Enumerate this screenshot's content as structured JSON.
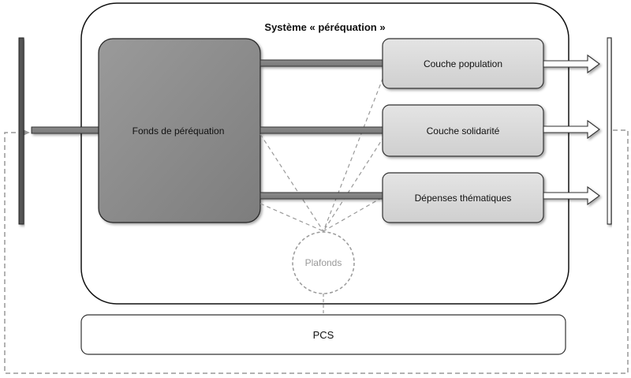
{
  "diagram": {
    "system_title": "Système « péréquation »",
    "fund_label": "Fonds de péréquation",
    "layers": [
      {
        "label": "Couche population"
      },
      {
        "label": "Couche solidarité"
      },
      {
        "label": "Dépenses thématiques"
      }
    ],
    "caps_label": "Plafonds",
    "pcs_label": "PCS"
  },
  "colors": {
    "fund_fill": "#8c8c8c",
    "layer_fill": "#d9d9d9",
    "arrow_dark": "#7a7a7a",
    "arrow_light": "#ffffff",
    "outline": "#222222",
    "dashed": "#999999"
  }
}
